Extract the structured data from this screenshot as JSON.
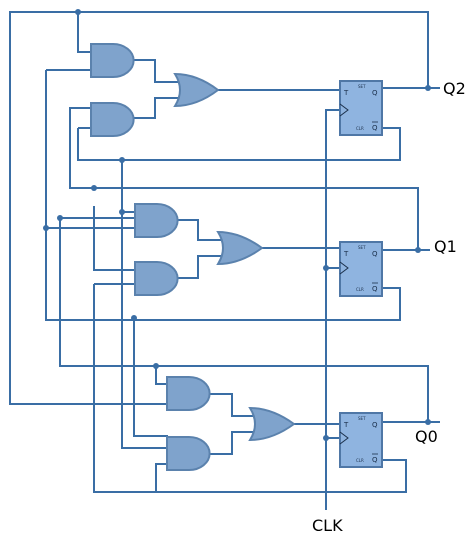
{
  "labels": {
    "q2": "Q2",
    "q1": "Q1",
    "q0": "Q0",
    "clk": "CLK"
  },
  "flip_flop_pins": {
    "t": "T",
    "q": "Q",
    "q_bar": "Q",
    "set": "SET",
    "clr": "CLR"
  },
  "colors": {
    "wire": "#3a6ea5",
    "gate_fill": "#7fa3cc",
    "flip_flop_fill": "#8fb4e0"
  }
}
